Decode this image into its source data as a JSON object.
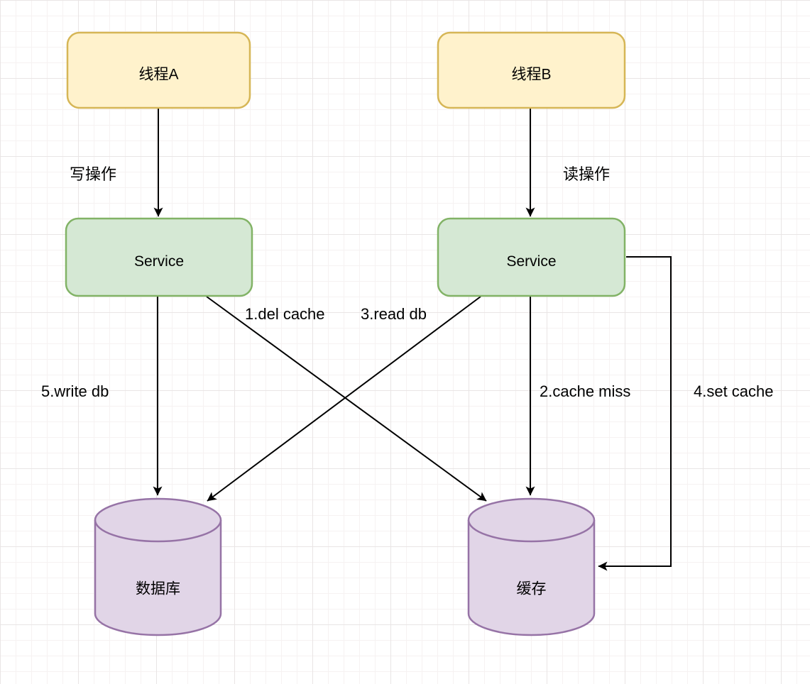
{
  "diagram": {
    "description": "cache-and-database read/write consistency flow",
    "colors": {
      "background": "#ffffff",
      "grid_minor": "#f6f2f2",
      "grid_major": "#e9e5e5",
      "line": "#000000",
      "text": "#000000",
      "thread_fill": "#FFF2CC",
      "thread_stroke": "#D6B656",
      "service_fill": "#D5E8D4",
      "service_stroke": "#82B366",
      "store_fill": "#E1D5E7",
      "store_stroke": "#9673A6"
    },
    "nodes": {
      "thread_a": {
        "label": "线程A",
        "shape": "rounded-rect",
        "fill": "#FFF2CC",
        "stroke": "#D6B656"
      },
      "thread_b": {
        "label": "线程B",
        "shape": "rounded-rect",
        "fill": "#FFF2CC",
        "stroke": "#D6B656"
      },
      "service_a": {
        "label": "Service",
        "shape": "rounded-rect",
        "fill": "#D5E8D4",
        "stroke": "#82B366"
      },
      "service_b": {
        "label": "Service",
        "shape": "rounded-rect",
        "fill": "#D5E8D4",
        "stroke": "#82B366"
      },
      "database": {
        "label": "数据库",
        "shape": "cylinder",
        "fill": "#E1D5E7",
        "stroke": "#9673A6"
      },
      "cache": {
        "label": "缓存",
        "shape": "cylinder",
        "fill": "#E1D5E7",
        "stroke": "#9673A6"
      }
    },
    "edges": [
      {
        "from": "thread_a",
        "to": "service_a",
        "label": "写操作"
      },
      {
        "from": "thread_b",
        "to": "service_b",
        "label": "读操作"
      },
      {
        "from": "service_a",
        "to": "cache",
        "label": "1.del cache"
      },
      {
        "from": "service_b",
        "to": "cache",
        "label": "2.cache miss"
      },
      {
        "from": "service_b",
        "to": "database",
        "label": "3.read db"
      },
      {
        "from": "service_b",
        "to": "cache",
        "label": "4.set cache",
        "route": "right-loop"
      },
      {
        "from": "service_a",
        "to": "database",
        "label": "5.write db"
      }
    ]
  }
}
